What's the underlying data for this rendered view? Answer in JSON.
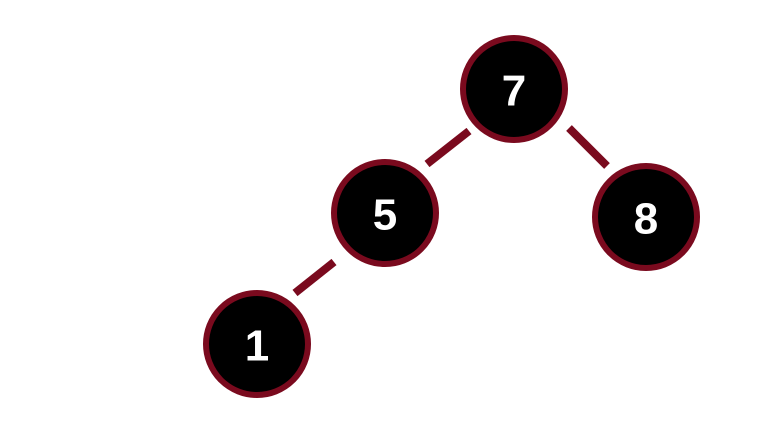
{
  "diagram": {
    "type": "binary-tree",
    "colors": {
      "node_fill": "#000000",
      "node_stroke": "#7a0a1e",
      "edge": "#7a0a1e",
      "label": "#ffffff",
      "background": "#ffffff"
    },
    "nodes": [
      {
        "id": "n7",
        "label": "7"
      },
      {
        "id": "n5",
        "label": "5"
      },
      {
        "id": "n8",
        "label": "8"
      },
      {
        "id": "n1",
        "label": "1"
      }
    ],
    "edges": [
      {
        "from": "n7",
        "to": "n5"
      },
      {
        "from": "n7",
        "to": "n8"
      },
      {
        "from": "n5",
        "to": "n1"
      }
    ]
  }
}
